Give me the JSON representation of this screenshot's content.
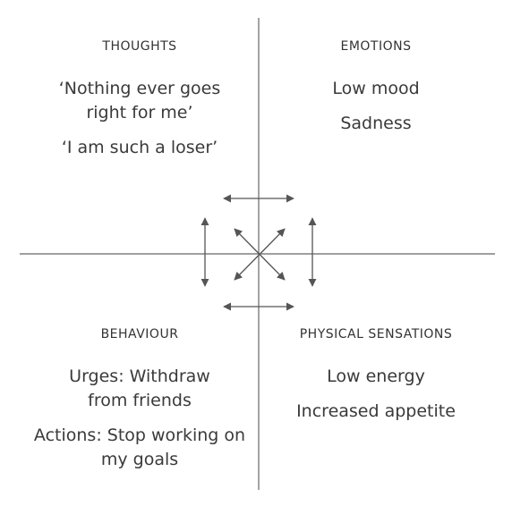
{
  "quadrants": {
    "thoughts": {
      "heading": "THOUGHTS",
      "items": [
        "‘Nothing ever goes right for me’",
        "‘I am such a loser’"
      ]
    },
    "emotions": {
      "heading": "EMOTIONS",
      "items": [
        "Low mood",
        "Sadness"
      ]
    },
    "behaviour": {
      "heading": "BEHAVIOUR",
      "items": [
        "Urges: Withdraw from friends",
        "Actions: Stop working on my goals"
      ]
    },
    "physical_sensations": {
      "heading": "PHYSICAL SENSATIONS",
      "items": [
        "Low energy",
        "Increased appetite"
      ]
    }
  },
  "colors": {
    "axis": "#666666",
    "arrow": "#555555",
    "text": "#3a3a3a"
  }
}
